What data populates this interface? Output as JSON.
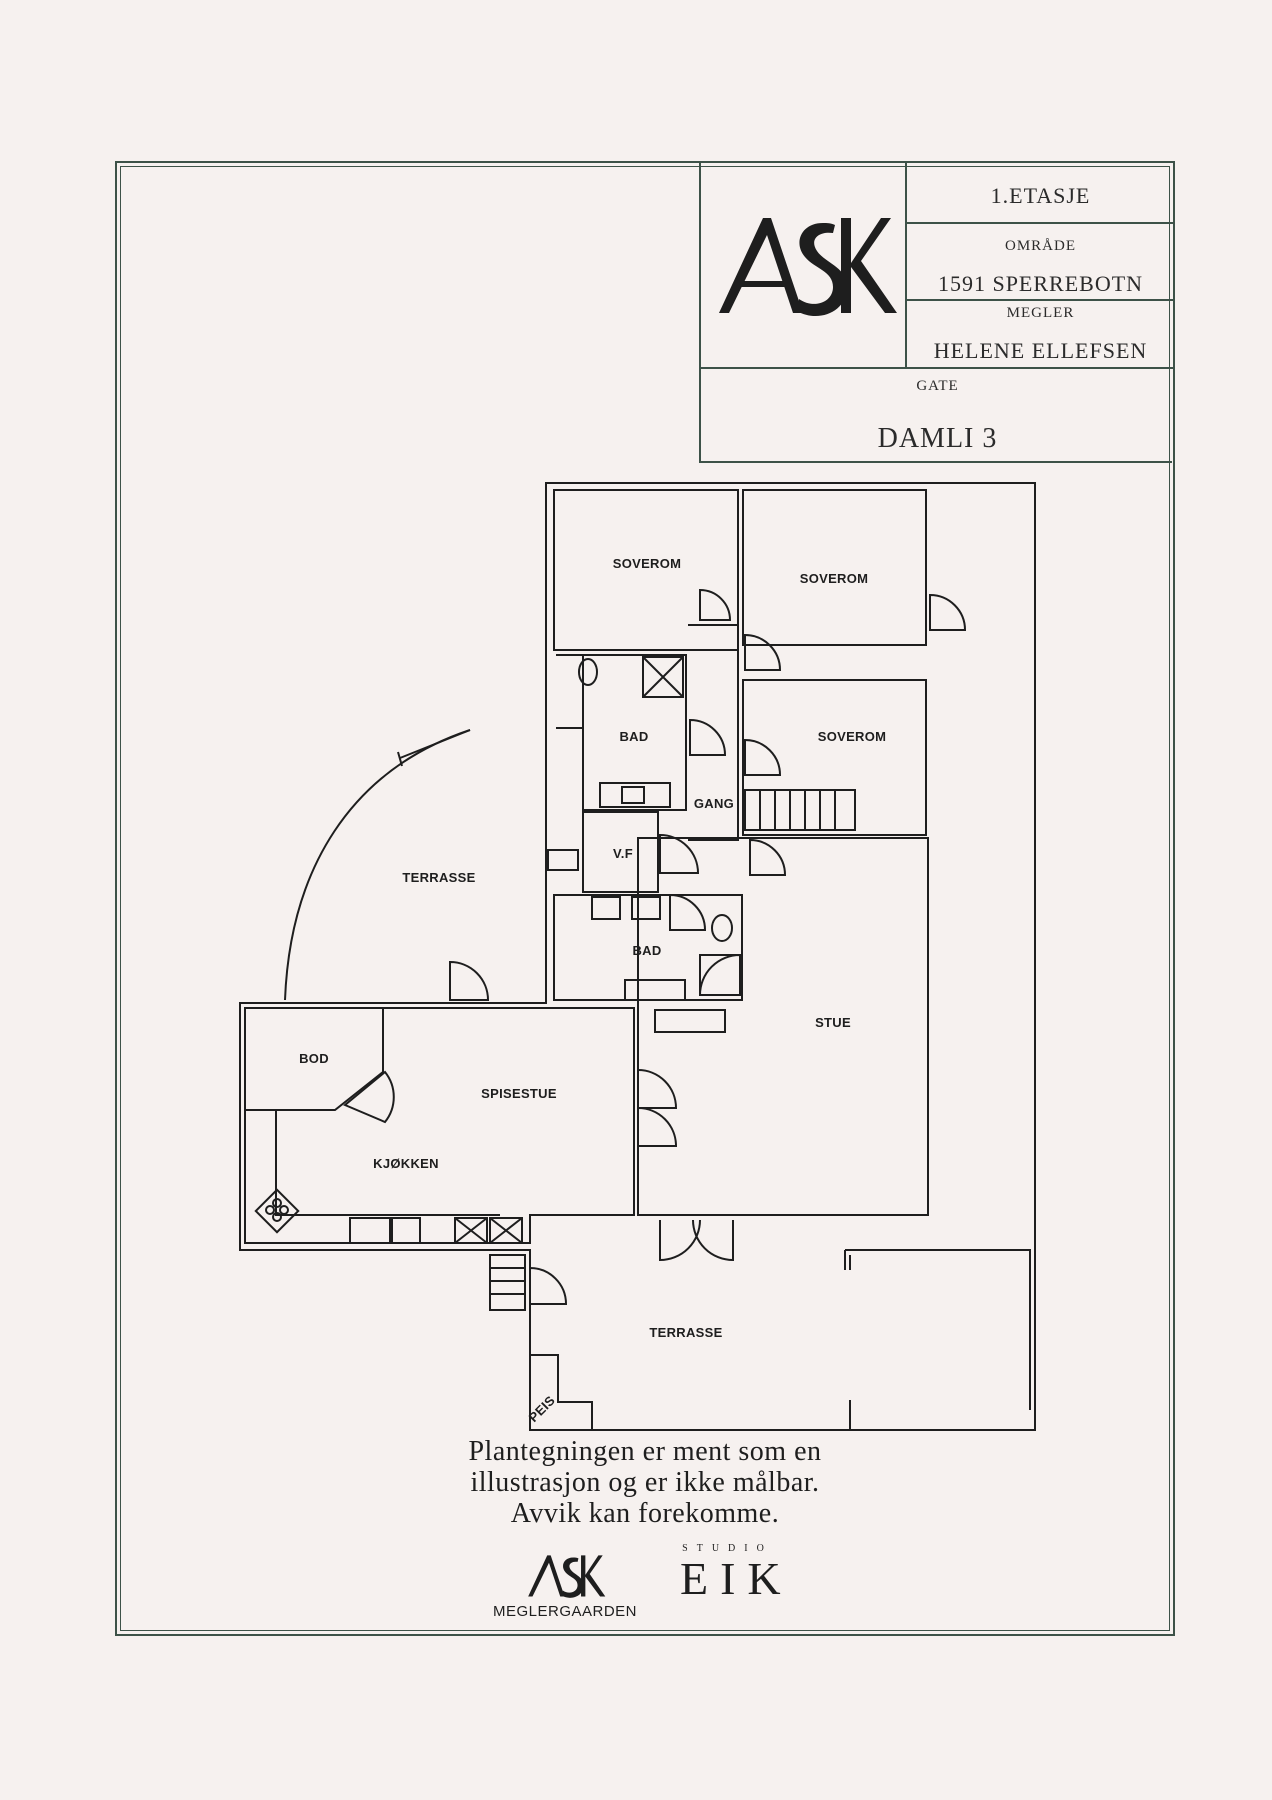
{
  "info": {
    "etasje": "1.ETASJE",
    "omrade_label": "OMRÅDE",
    "omrade_value": "1591 SPERREBOTN",
    "megler_label": "MEGLER",
    "megler_value": "HELENE ELLEFSEN",
    "gate_label": "GATE",
    "gate_value": "DAMLI 3"
  },
  "logo": {
    "text": "ASK"
  },
  "rooms": {
    "soverom_1": "SOVEROM",
    "soverom_2": "SOVEROM",
    "soverom_3": "SOVEROM",
    "bad_1": "BAD",
    "bad_2": "BAD",
    "gang": "GANG",
    "vf": "V.F",
    "terrasse_1": "TERRASSE",
    "terrasse_2": "TERRASSE",
    "stue": "STUE",
    "bod": "BOD",
    "spisestue": "SPISESTUE",
    "kjokken": "KJØKKEN",
    "peis": "PEIS"
  },
  "disclaimer": {
    "line1": "Plantegningen er ment som en",
    "line2": "illustrasjon og er ikke målbar.",
    "line3": "Avvik kan forekomme."
  },
  "footer": {
    "ask_logo": "ASK",
    "ask_sub": "MEGLERGAARDEN",
    "studio": "STUDIO",
    "eik": "EIK"
  }
}
